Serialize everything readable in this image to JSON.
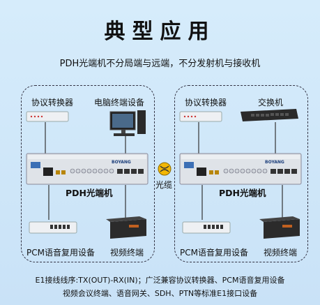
{
  "title": "典型应用",
  "subtitle": "PDH光端机不分局端与远端，不分发射机与接收机",
  "left": {
    "top_left_label": "协议转换器",
    "top_right_label": "电脑终端设备",
    "center_label": "PDH光端机",
    "bottom_left_label": "PCM语音复用设备",
    "bottom_right_label": "视频终端"
  },
  "right": {
    "top_left_label": "协议转换器",
    "top_right_label": "交换机",
    "center_label": "PDH光端机",
    "bottom_left_label": "PCM语音复用设备",
    "bottom_right_label": "视频终端"
  },
  "link_label": "光缆",
  "brand": "BOYANG",
  "footer_line1": "E1接线线序:TX(OUT)-RX(IN)；广泛兼容协议转换器、PCM语音复用设备",
  "footer_line2": "视频会议终端、语音网关、SDH、PTN等标准E1接口设备",
  "colors": {
    "background": "#cfe6f8",
    "accent": "#f2b705",
    "device": "#dfe3e8"
  }
}
